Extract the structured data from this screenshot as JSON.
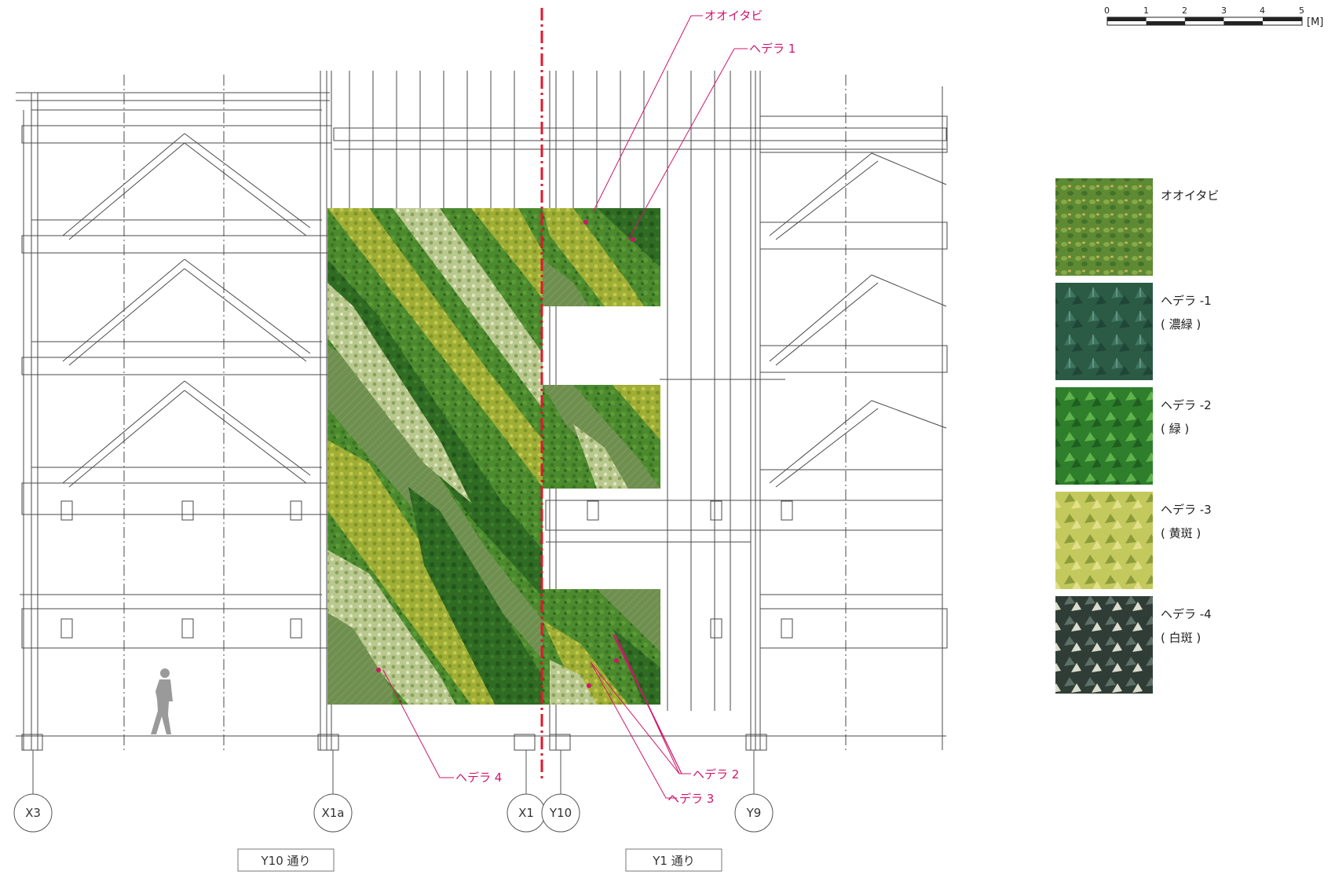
{
  "scale_bar": {
    "ticks": [
      "0",
      "1",
      "2",
      "3",
      "4",
      "5"
    ],
    "unit": "[M]"
  },
  "leaders": {
    "ooitabi": "オオイタビ",
    "hedera1": "ヘデラ 1",
    "hedera2": "ヘデラ 2",
    "hedera3": "ヘデラ 3",
    "hedera4": "ヘデラ 4"
  },
  "grid_axes": [
    "X3",
    "X1a",
    "X1",
    "Y10",
    "Y9"
  ],
  "street_tags": {
    "left": "Y10 通り",
    "right": "Y1 通り"
  },
  "legend": [
    {
      "name": "オオイタビ",
      "sub": "",
      "color": "#6f9a3a"
    },
    {
      "name": "ヘデラ -1",
      "sub": "( 濃緑 )",
      "color": "#2f5d45"
    },
    {
      "name": "ヘデラ -2",
      "sub": "( 緑 )",
      "color": "#3f8f2f"
    },
    {
      "name": "ヘデラ -3",
      "sub": "( 黄斑 )",
      "color": "#b9c65a"
    },
    {
      "name": "ヘデラ -4",
      "sub": "( 白斑 )",
      "color": "#394a44"
    }
  ],
  "colors": {
    "leader": "#d1156b",
    "centerline": "#e0182d",
    "structure": "#4a4a4a"
  }
}
